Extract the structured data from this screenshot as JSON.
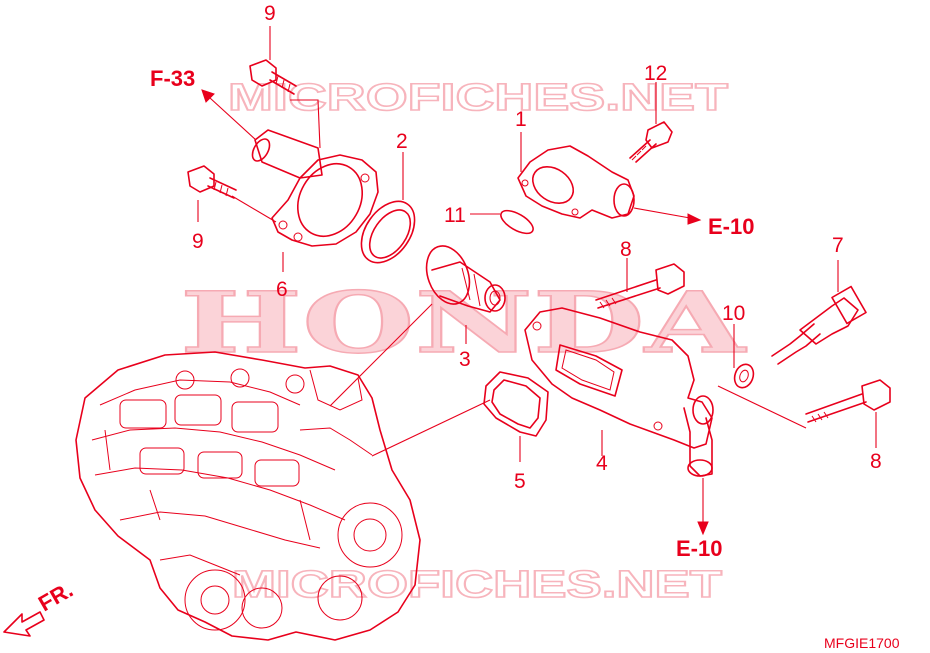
{
  "watermarks": {
    "top": "MICROFICHES.NET",
    "middle": "HONDA",
    "bottom": "MICROFICHES.NET"
  },
  "references": {
    "f33": "F-33",
    "e10_upper": "E-10",
    "e10_lower": "E-10"
  },
  "callouts": {
    "c1": "1",
    "c2": "2",
    "c3": "3",
    "c4": "4",
    "c5": "5",
    "c6": "6",
    "c7": "7",
    "c8_top": "8",
    "c8_bottom": "8",
    "c9_top": "9",
    "c9_left": "9",
    "c10": "10",
    "c11": "11",
    "c12": "12"
  },
  "front_marker": "FR.",
  "diagram_code": "MFGIE1700",
  "colors": {
    "line": "#e8001c",
    "watermark": "#f6aab3"
  }
}
